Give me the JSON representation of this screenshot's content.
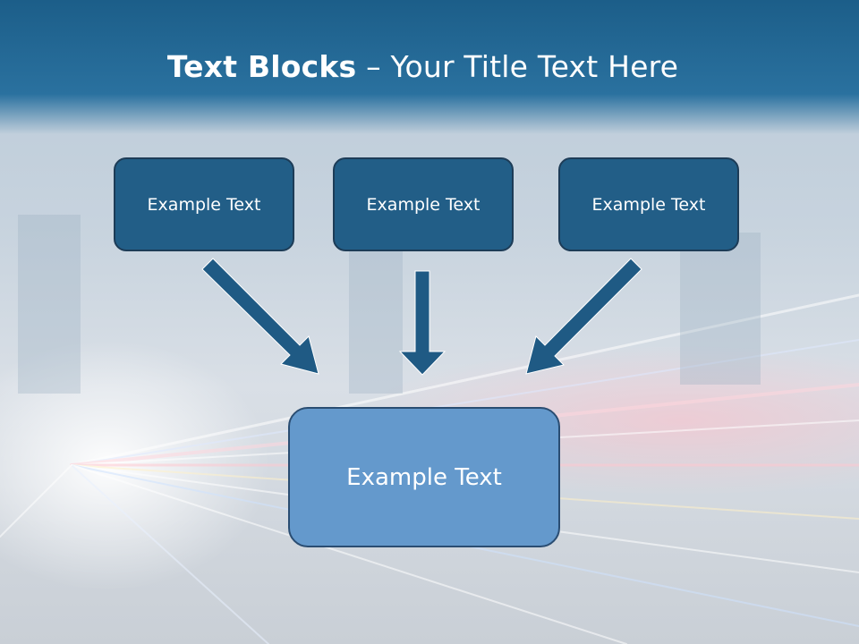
{
  "slide": {
    "title_bold": "Text Blocks",
    "title_dash": " – ",
    "title_rest": "Your Title Text Here"
  },
  "blocks": {
    "top_left": "Example Text",
    "top_center": "Example Text",
    "top_right": "Example Text",
    "bottom": "Example Text"
  },
  "colors": {
    "header": "#1c5e89",
    "box": "#225e87",
    "box_border": "#1d3c57",
    "big_box": "#6499cc",
    "arrow": "#1f5a84"
  }
}
